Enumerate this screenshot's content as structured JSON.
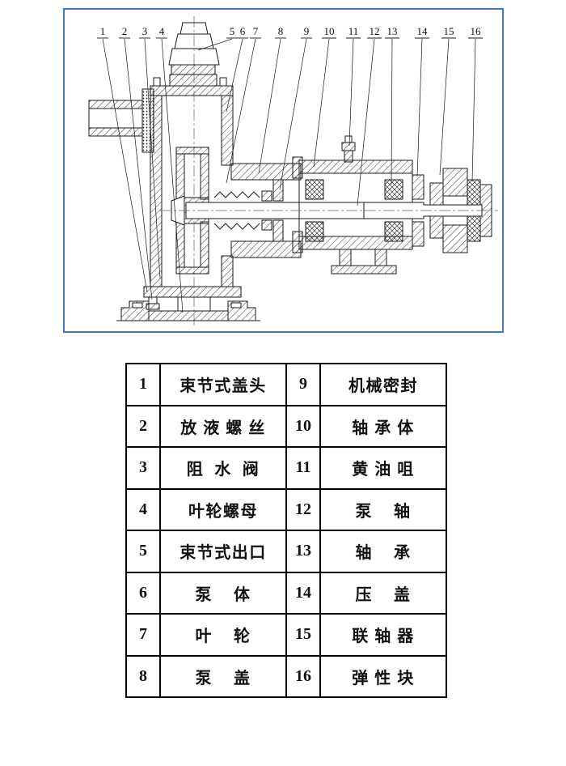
{
  "figure": {
    "callouts": [
      "1",
      "2",
      "3",
      "4",
      "5",
      "6",
      "7",
      "8",
      "9",
      "10",
      "11",
      "12",
      "13",
      "14",
      "15",
      "16"
    ]
  },
  "parts_table": {
    "rows": [
      {
        "n1": "1",
        "p1": "束节式盖头",
        "n2": "9",
        "p2": "机械密封"
      },
      {
        "n1": "2",
        "p1": "放 液 螺 丝",
        "n2": "10",
        "p2": "轴 承 体"
      },
      {
        "n1": "3",
        "p1": "阻  水  阀",
        "n2": "11",
        "p2": "黄 油 咀"
      },
      {
        "n1": "4",
        "p1": "叶轮螺母",
        "n2": "12",
        "p2": "泵    轴"
      },
      {
        "n1": "5",
        "p1": "束节式出口",
        "n2": "13",
        "p2": "轴    承"
      },
      {
        "n1": "6",
        "p1": "泵    体",
        "n2": "14",
        "p2": "压    盖"
      },
      {
        "n1": "7",
        "p1": "叶    轮",
        "n2": "15",
        "p2": "联 轴 器"
      },
      {
        "n1": "8",
        "p1": "泵    盖",
        "n2": "16",
        "p2": "弹 性 块"
      }
    ]
  },
  "colors": {
    "figure_border": "#4a77c0",
    "line": "#1a1a1a"
  }
}
